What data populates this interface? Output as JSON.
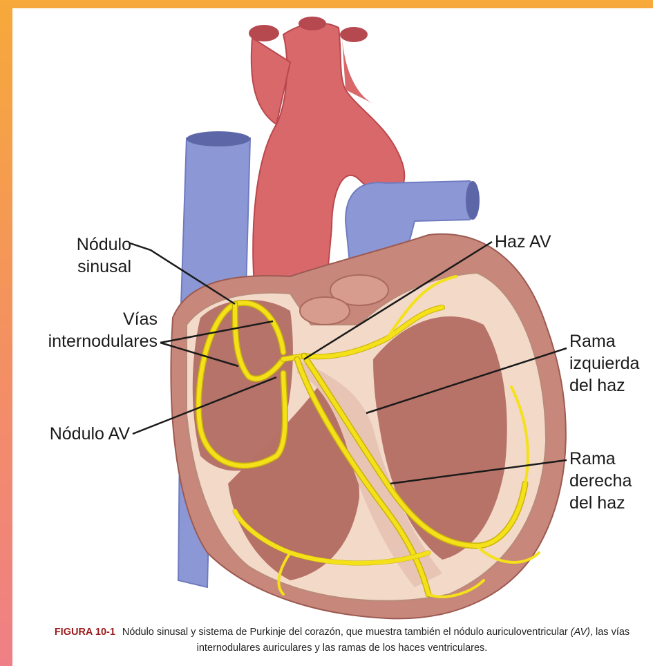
{
  "labels": {
    "nodulo_sinusal_1": "Nódulo",
    "nodulo_sinusal_2": "sinusal",
    "vias_1": "Vías",
    "vias_2": "internodulares",
    "nodulo_av": "Nódulo AV",
    "haz_av": "Haz AV",
    "rama_izq_1": "Rama",
    "rama_izq_2": "izquierda",
    "rama_izq_3": "del haz",
    "rama_der_1": "Rama",
    "rama_der_2": "derecha",
    "rama_der_3": "del haz"
  },
  "caption": {
    "label": "FIGURA 10-1",
    "text_1": "Nódulo sinusal y sistema de Purkinje del corazón, que muestra también el nódulo auriculoventricular ",
    "emph": "(AV)",
    "text_2": ", las vías internodulares auriculares y las ramas de los haces ventriculares."
  },
  "colors": {
    "vessel_blue": "#8c98d6",
    "aorta_red": "#d9686b",
    "myocardium": "#c7877a",
    "cut_surface": "#f2d9c8",
    "conduction_yellow": "#f4e11a",
    "leader_line": "#1a1a1a",
    "frame_orange": "#f7a93a"
  }
}
